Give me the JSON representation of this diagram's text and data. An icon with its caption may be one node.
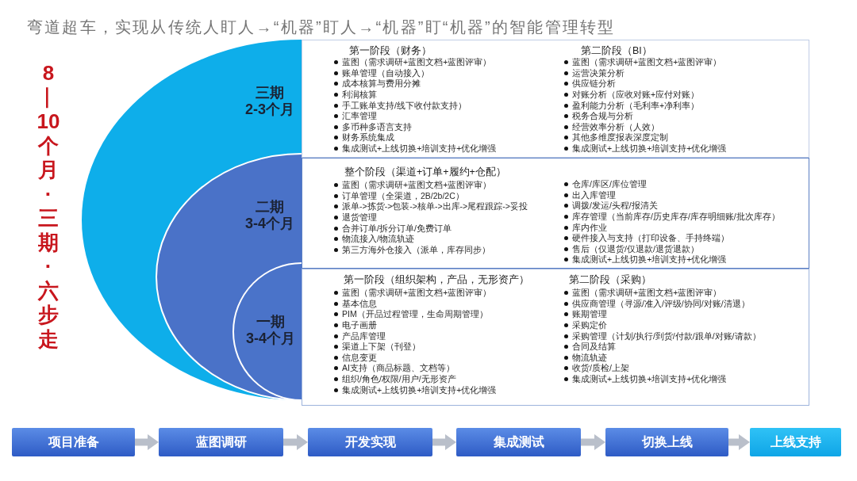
{
  "diagram": {
    "title": "弯道超车，实现从传统人盯人→“机器”盯人→“机器”盯“机器”的智能管理转型",
    "nodes": [
      {
        "text": [
          "三期",
          "2-3个月"
        ]
      },
      {
        "text": [
          "二期",
          "3-4个月"
        ],
        "in": 0
      },
      {
        "text": [
          "一期",
          "3-4个月"
        ],
        "in": 1
      },
      {
        "text": [
          "第一阶段（财务）",
          "蓝图（需求调研+蓝图文档+蓝图评审）",
          "账单管理（自动接入）",
          "成本核算与费用分摊",
          "利润核算",
          "手工账单支持/线下收付款支持）",
          "汇率管理",
          "多币种多语言支持",
          "财务系统集成",
          "集成测试+上线切换+培训支持+优化增强",
          "第二阶段（BI）",
          "蓝图（需求调研+蓝图文档+蓝图评审）",
          "运营决策分析",
          "供应链分析",
          "对账分析（应收对账+应付对账）",
          "盈利能力分析（毛利率+净利率）",
          "税务合规与分析",
          "经营效率分析（人效）",
          "其他多维度报表深度定制",
          "集成测试+上线切换+培训支持+优化增强"
        ]
      },
      {
        "text": [
          "整个阶段（渠道+订单+履约+仓配）",
          "蓝图（需求调研+蓝图文档+蓝图评审）",
          "订单管理（全渠道，2B/2b/2C）",
          "派单->拣货->包装->核单->出库->尾程跟踪->妥投",
          "退货管理",
          "合并订单/拆分订单/免费订单",
          "物流接入/物流轨迹",
          "第三方海外仓接入（派单，库存同步）",
          "仓库/库区/库位管理",
          "出入库管理",
          "调拨/发运/头程/报清关",
          "库存管理（当前库存/历史库存/库存明细账/批次库存）",
          "库内作业",
          "硬件接入与支持（打印设备、手持终端）",
          "售后（仅退货/仅退款/退货退款）",
          "集成测试+上线切换+培训支持+优化增强"
        ]
      },
      {
        "text": [
          "第一阶段（组织架构，产品，无形资产）",
          "蓝图（需求调研+蓝图文档+蓝图评审）",
          "基本信息",
          "PIM（开品过程管理，生命周期管理）",
          "电子画册",
          "产品库管理",
          "渠道上下架（刊登）",
          "信息变更",
          "AI支持（商品标题、文档等）",
          "组织/角色/权限/用户/无形资产",
          "集成测试+上线切换+培训支持+优化增强",
          "第二阶段（采购）",
          "蓝图（需求调研+蓝图文档+蓝图评审）",
          "供应商管理（寻源/准入/评级/协同/对账/清退）",
          "账期管理",
          "采购定价",
          "采购管理（计划/执行/到货/付款/跟单/对账/请款）",
          "合同及结算",
          "物流轨迹",
          "收货/质检/上架",
          "集成测试+上线切换+培训支持+优化增强"
        ]
      },
      {
        "text": [
          "项目准备"
        ]
      },
      {
        "text": [
          "蓝图调研"
        ]
      },
      {
        "text": [
          "开发实现"
        ]
      },
      {
        "text": [
          "集成测试"
        ]
      },
      {
        "text": [
          "切换上线"
        ]
      },
      {
        "text": [
          "上线支持"
        ]
      }
    ],
    "edges": [
      {
        "from": 6,
        "to": 7,
        "arrow": "to"
      },
      {
        "from": 7,
        "to": 8,
        "arrow": "to"
      },
      {
        "from": 8,
        "to": 9,
        "arrow": "to"
      },
      {
        "from": 9,
        "to": 10,
        "arrow": "to"
      },
      {
        "from": 10,
        "to": 11,
        "arrow": "to"
      }
    ],
    "labels": [
      "8—10个月·三期·六步走"
    ]
  }
}
